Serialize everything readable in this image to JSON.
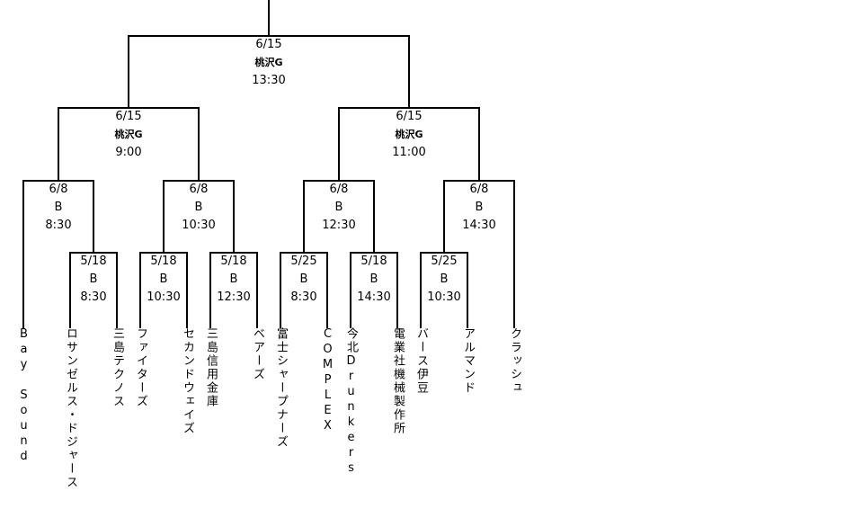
{
  "bracket": {
    "teams": [
      "Bay Sound",
      "ロサンゼルス・ドジャース",
      "三島テクノス",
      "ファイターズ",
      "セカンドウェイズ",
      "三島信用金庫",
      "ベアーズ",
      "富士シャープナーズ",
      "COMPLEX",
      "今北Drunkers",
      "電業社機械製作所",
      "バース伊豆",
      "アルマンド",
      "クラッシュ"
    ],
    "matches": {
      "final": {
        "date": "6/15",
        "venue": "桃沢G",
        "time": "13:30"
      },
      "semi_left": {
        "date": "6/15",
        "venue": "桃沢G",
        "time": "9:00"
      },
      "semi_right": {
        "date": "6/15",
        "venue": "桃沢G",
        "time": "11:00"
      },
      "qf_1": {
        "date": "6/8",
        "venue": "B",
        "time": "8:30"
      },
      "qf_2": {
        "date": "6/8",
        "venue": "B",
        "time": "10:30"
      },
      "qf_3": {
        "date": "6/8",
        "venue": "B",
        "time": "12:30"
      },
      "qf_4": {
        "date": "6/8",
        "venue": "B",
        "time": "14:30"
      },
      "r1_1": {
        "date": "5/18",
        "venue": "B",
        "time": "8:30"
      },
      "r1_2": {
        "date": "5/18",
        "venue": "B",
        "time": "10:30"
      },
      "r1_3": {
        "date": "5/18",
        "venue": "B",
        "time": "12:30"
      },
      "r1_4": {
        "date": "5/25",
        "venue": "B",
        "time": "8:30"
      },
      "r1_5": {
        "date": "5/18",
        "venue": "B",
        "time": "14:30"
      },
      "r1_6": {
        "date": "5/25",
        "venue": "B",
        "time": "10:30"
      }
    }
  }
}
